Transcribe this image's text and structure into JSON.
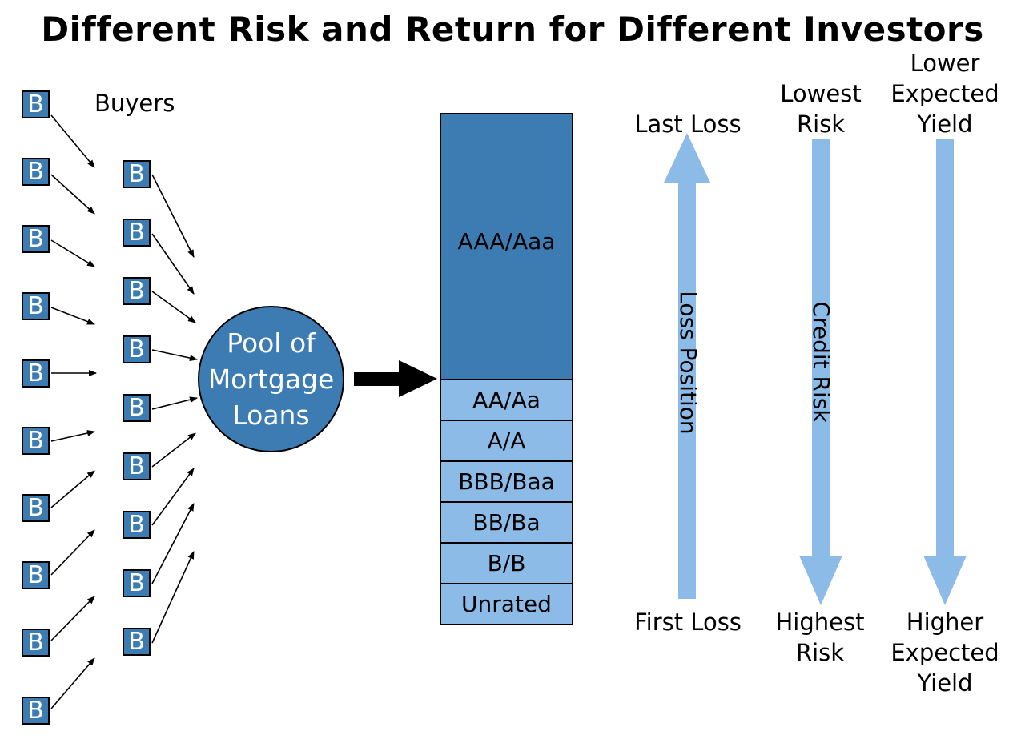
{
  "title": "Different Risk and Return for Different Investors",
  "buyers_label": "Buyers",
  "buyer_symbol": "B",
  "pool": {
    "line1": "Pool of",
    "line2": "Mortgage",
    "line3": "Loans"
  },
  "tranches": [
    {
      "label": "AAA/Aaa"
    },
    {
      "label": "AA/Aa"
    },
    {
      "label": "A/A"
    },
    {
      "label": "BBB/Baa"
    },
    {
      "label": "BB/Ba"
    },
    {
      "label": "B/B"
    },
    {
      "label": "Unrated"
    }
  ],
  "scales": {
    "loss_position": {
      "axis_label": "Loss Position",
      "top": "Last Loss",
      "bottom": "First Loss"
    },
    "credit_risk": {
      "axis_label": "Credit Risk",
      "top_line1": "Lowest",
      "top_line2": "Risk",
      "bottom_line1": "Highest",
      "bottom_line2": "Risk"
    },
    "yield": {
      "top_line1": "Lower",
      "top_line2": "Expected",
      "top_line3": "Yield",
      "bottom_line1": "Higher",
      "bottom_line2": "Expected",
      "bottom_line3": "Yield"
    }
  },
  "colors": {
    "dark_blue": "#3d7cb2",
    "light_blue": "#8dbbe8",
    "arrow_blue": "#8dbbe8"
  }
}
